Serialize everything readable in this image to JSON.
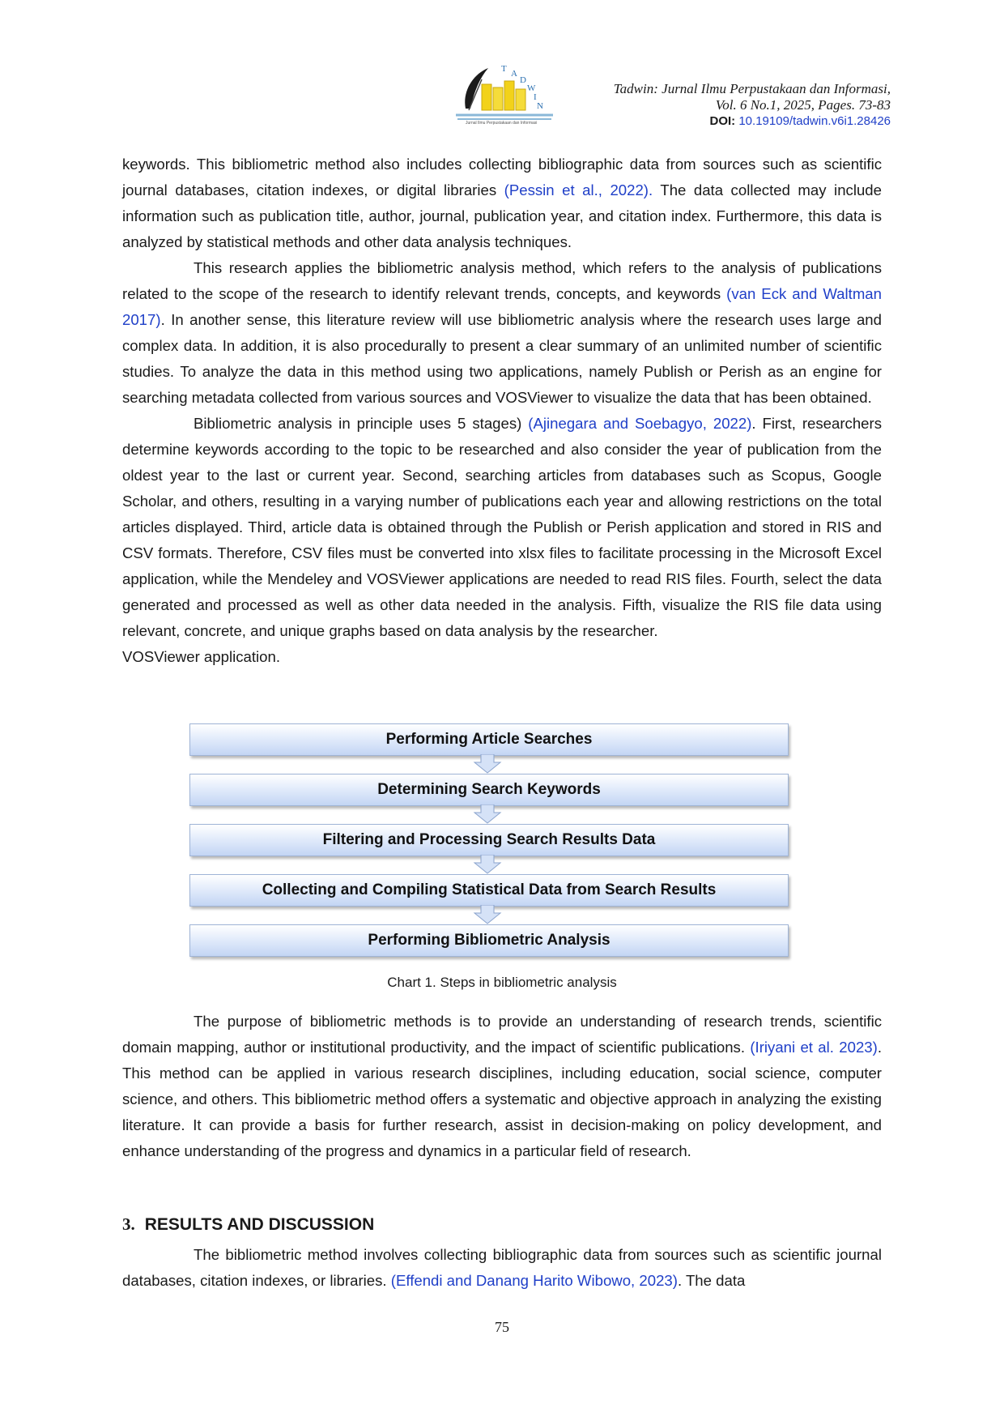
{
  "header": {
    "logo_text": "TADWIN",
    "logo_subtext": "Jurnal Ilmu Perpustakaan dan Informasi",
    "journal_line1": "Tadwin: Jurnal Ilmu Perpustakaan dan Informasi,",
    "journal_line2": "Vol. 6 No.1, 2025, Pages. 73-83",
    "doi_label": "DOI:",
    "doi_value": "10.19109/tadwin.v6i1.28426"
  },
  "paragraphs": {
    "p1": {
      "t1": "keywords. This bibliometric method also includes collecting bibliographic data from sources such as scientific journal databases, citation indexes, or digital libraries ",
      "c1": "(Pessin et al., 2022).",
      "t2": "  The data collected may include information such as publication title, author, journal, publication year, and citation index. Furthermore, this data is analyzed by statistical methods and other data analysis techniques."
    },
    "p2": {
      "t1": "This research applies the bibliometric analysis method, which refers to the analysis of publications related to the scope of the research to identify relevant trends, concepts, and keywords ",
      "c1": "(van Eck and Waltman 2017)",
      "t2": ". In another sense, this literature review will use bibliometric analysis where the research uses large and complex data. In addition, it is also procedurally to present a clear summary of an unlimited number of scientific studies. To analyze the data in this method using two applications, namely Publish or Perish as an engine for searching metadata collected from various sources and VOSViewer   to visualize the data that has been obtained."
    },
    "p3": {
      "t1": "Bibliometric analysis in principle uses 5 stages) ",
      "c1": "(Ajinegara and Soebagyo, 2022)",
      "t2": ". First, researchers determine keywords according to the topic to be     researched and also consider the year of publication from the oldest year to the last or current year. Second, searching articles from databases such as Scopus, Google Scholar, and others, resulting in a varying number of publications each year and allowing restrictions on the total articles displayed.   Third, article data is obtained through the Publish or Perish application and stored in RIS and CSV formats. Therefore, CSV files must be converted into xlsx files to facilitate processing in the Microsoft Excel application, while the Mendeley and VOSViewer applications are needed to read RIS files.  Fourth, select the data generated and processed as well as other data needed in the analysis.  Fifth, visualize the RIS file data using relevant, concrete, and unique graphs based on data analysis by the researcher."
    },
    "p4": "VOSViewer application.",
    "p5": {
      "t1": "The purpose of bibliometric methods is to provide an understanding of research trends, scientific domain mapping, author or institutional productivity, and the impact of scientific publications. ",
      "c1": "(Iriyani et al. 2023)",
      "t2": ". This method can be applied in various research disciplines, including education, social science, computer science, and others.  This bibliometric method offers a systematic and objective approach in analyzing the existing literature. It can provide a basis for further research, assist in decision-making on policy development, and enhance understanding of the progress and dynamics in a particular field of research."
    },
    "p6": {
      "t1": "The bibliometric method involves collecting bibliographic data from sources such as scientific journal databases, citation indexes, or libraries. ",
      "c1": "(Effendi and Danang Harito Wibowo, 2023)",
      "t2": ". The data"
    }
  },
  "flowchart": {
    "steps": [
      "Performing Article Searches",
      "Determining Search Keywords",
      "Filtering and Processing Search Results Data",
      "Collecting and Compiling Statistical Data from Search Results",
      "Performing Bibliometric Analysis"
    ],
    "caption": "Chart 1. Steps in bibliometric analysis"
  },
  "section": {
    "number": "3.",
    "title": "RESULTS AND DISCUSSION"
  },
  "page_number": "75",
  "colors": {
    "citation": "#1f3fc8",
    "box_fill_top": "#ffffff",
    "box_fill_bottom": "#c3d5f4",
    "box_border": "#9fb4d6"
  }
}
